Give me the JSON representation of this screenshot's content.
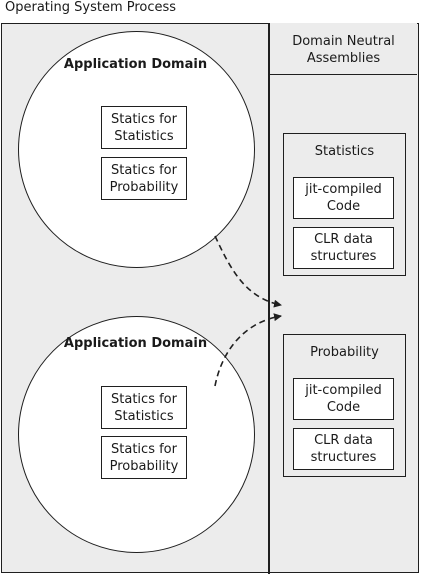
{
  "title": "Operating System Process",
  "domain_neutral": {
    "header": "Domain Neutral Assemblies",
    "panels": [
      {
        "title": "Statistics",
        "items": [
          "jit-compiled Code",
          "CLR data structures"
        ]
      },
      {
        "title": "Probability",
        "items": [
          "jit-compiled Code",
          "CLR data structures"
        ]
      }
    ]
  },
  "app_domains": [
    {
      "label": "Application Domain",
      "statics": [
        "Statics for Statistics",
        "Statics for Probability"
      ]
    },
    {
      "label": "Application Domain",
      "statics": [
        "Statics for Statistics",
        "Statics for Probability"
      ]
    }
  ],
  "colors": {
    "background": "#ececec",
    "stroke": "#1f1f1f",
    "fill": "#ffffff"
  }
}
